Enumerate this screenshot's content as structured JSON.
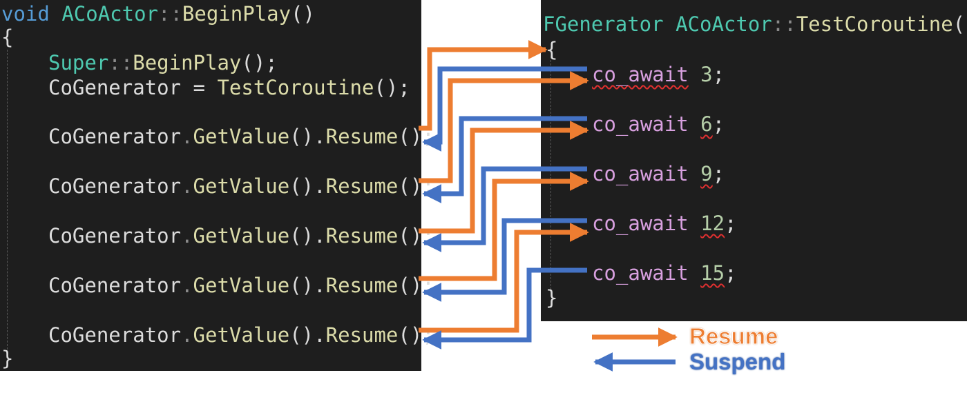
{
  "left_code": {
    "signature": {
      "return_type": "void",
      "class_name": "ACoActor",
      "scope_op": "::",
      "function": "BeginPlay",
      "parens": "()"
    },
    "open_brace": "{",
    "close_brace": "}",
    "super_call": {
      "prefix": "Super",
      "scope_op": "::",
      "function": "BeginPlay",
      "suffix": "();"
    },
    "assign_line": {
      "variable": "CoGenerator",
      "operator": " = ",
      "function": "TestCoroutine",
      "suffix": "();"
    },
    "resume_calls": [
      {
        "object": "CoGenerator",
        "dot1": ".",
        "getter": "GetValue",
        "mid": "().",
        "method": "Resume",
        "suffix": "();"
      },
      {
        "object": "CoGenerator",
        "dot1": ".",
        "getter": "GetValue",
        "mid": "().",
        "method": "Resume",
        "suffix": "();"
      },
      {
        "object": "CoGenerator",
        "dot1": ".",
        "getter": "GetValue",
        "mid": "().",
        "method": "Resume",
        "suffix": "();"
      },
      {
        "object": "CoGenerator",
        "dot1": ".",
        "getter": "GetValue",
        "mid": "().",
        "method": "Resume",
        "suffix": "();"
      },
      {
        "object": "CoGenerator",
        "dot1": ".",
        "getter": "GetValue",
        "mid": "().",
        "method": "Resume",
        "suffix": "();"
      }
    ]
  },
  "right_code": {
    "signature": {
      "return_type": "FGenerator",
      "class_name": "ACoActor",
      "scope_op": "::",
      "function": "TestCoroutine",
      "parens": "()"
    },
    "open_brace": "{",
    "close_brace": "}",
    "awaits": [
      {
        "keyword": "co_await",
        "value": "3",
        "end": ";"
      },
      {
        "keyword": "co_await",
        "value": "6",
        "end": ";"
      },
      {
        "keyword": "co_await",
        "value": "9",
        "end": ";"
      },
      {
        "keyword": "co_await",
        "value": "12",
        "end": ";"
      },
      {
        "keyword": "co_await",
        "value": "15",
        "end": ";"
      }
    ]
  },
  "legend": {
    "resume": {
      "label": "Resume",
      "color": "#ed7d31"
    },
    "suspend": {
      "label": "Suspend",
      "color": "#4472c4"
    }
  },
  "colors": {
    "code_background": "#1e1e1e",
    "resume_arrow": "#ed7d31",
    "suspend_arrow": "#4472c4"
  }
}
